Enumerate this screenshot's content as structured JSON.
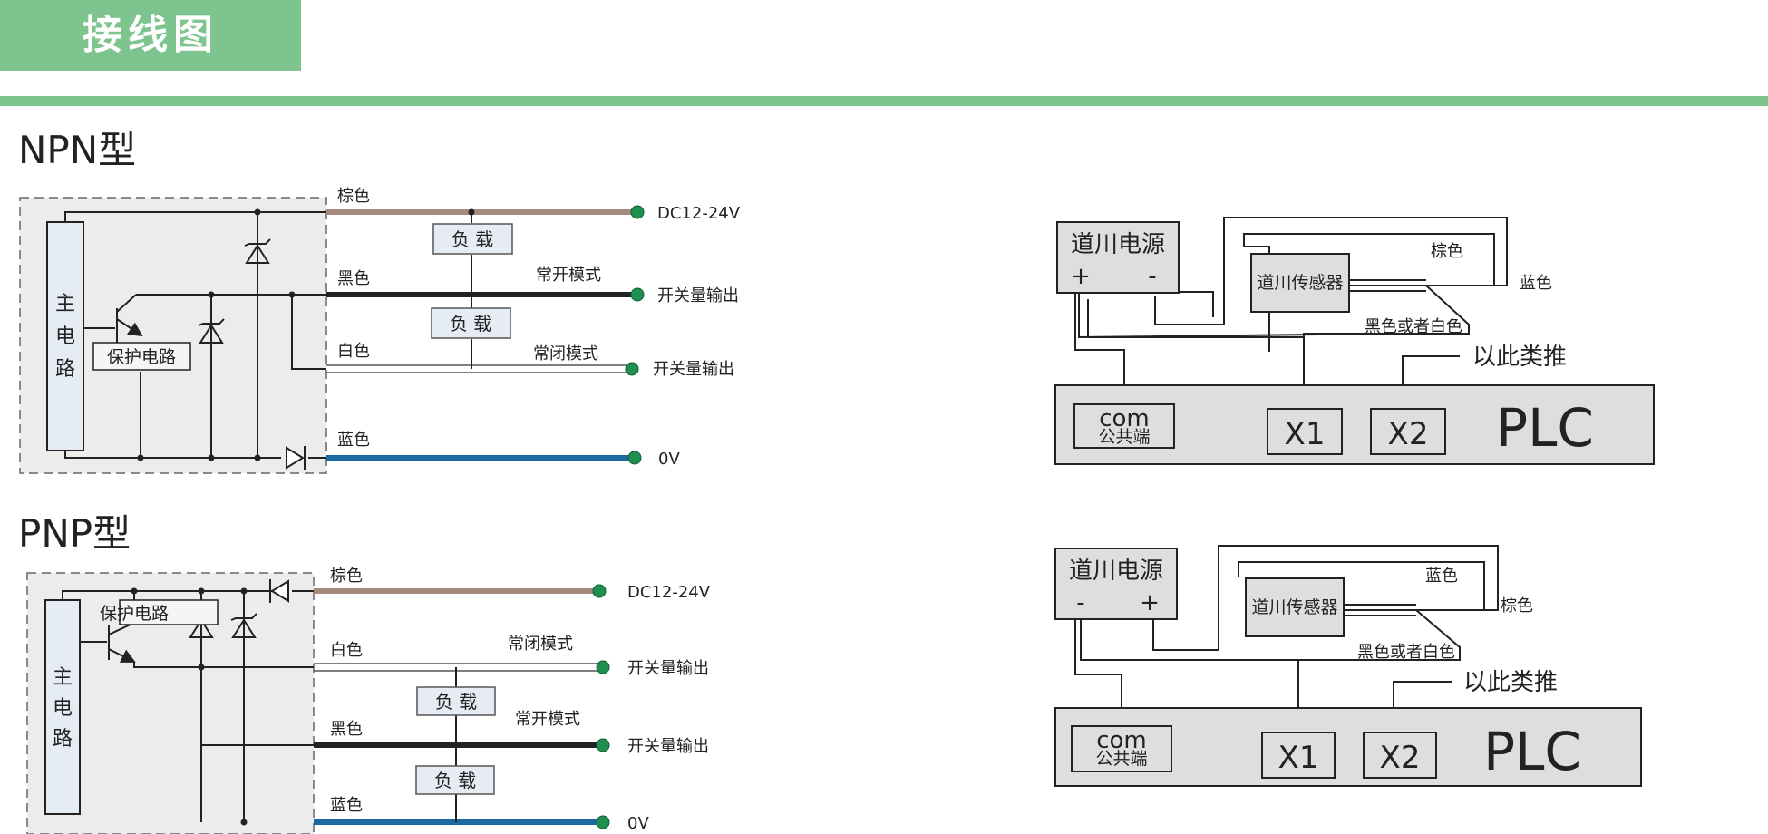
{
  "header": {
    "title": "接线图",
    "accent": "#7ec48e"
  },
  "colors": {
    "brown": "#a58b7b",
    "black": "#222222",
    "blue": "#1a6aa0",
    "terminal": "#1f8f4f",
    "box_fill": "#e6ecf3",
    "panel_fill": "#dedede"
  },
  "npn": {
    "title": "NPN型",
    "main_circuit": [
      "主",
      "电",
      "路"
    ],
    "protect": "保护电路",
    "wires": {
      "brown": "棕色",
      "black": "黑色",
      "white": "白色",
      "blue": "蓝色"
    },
    "load": "负 载",
    "mode_no": "常开模式",
    "mode_nc": "常闭模式",
    "out_dc": "DC12-24V",
    "out_switch": "开关量输出",
    "out_0v": "0V"
  },
  "pnp": {
    "title": "PNP型",
    "main_circuit": [
      "主",
      "电",
      "路"
    ],
    "protect": "保护电路",
    "wires": {
      "brown": "棕色",
      "white": "白色",
      "black": "黑色",
      "blue": "蓝色"
    },
    "load": "负 载",
    "mode_nc": "常闭模式",
    "mode_no": "常开模式",
    "out_dc": "DC12-24V",
    "out_switch": "开关量输出",
    "out_0v": "0V"
  },
  "plc_npn": {
    "psu": "道川电源",
    "psu_left": "+",
    "psu_right": "-",
    "sensor": "道川传感器",
    "brown": "棕色",
    "blue": "蓝色",
    "out_wire": "黑色或者白色",
    "etc": "以此类推",
    "com": "com",
    "com_sub": "公共端",
    "x1": "X1",
    "x2": "X2",
    "plc": "PLC"
  },
  "plc_pnp": {
    "psu": "道川电源",
    "psu_left": "-",
    "psu_right": "+",
    "sensor": "道川传感器",
    "blue": "蓝色",
    "brown": "棕色",
    "out_wire": "黑色或者白色",
    "etc": "以此类推",
    "com": "com",
    "com_sub": "公共端",
    "x1": "X1",
    "x2": "X2",
    "plc": "PLC"
  }
}
